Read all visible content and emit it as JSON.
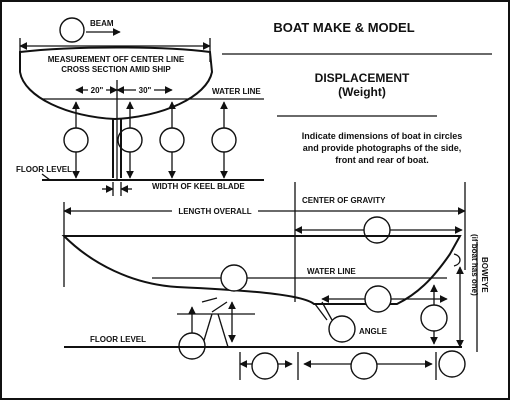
{
  "header": {
    "title": "BOAT MAKE & MODEL",
    "subtitle_line1": "DISPLACEMENT",
    "subtitle_line2": "(Weight)",
    "instructions_line1": "Indicate dimensions of boat in circles",
    "instructions_line2": "and provide photographs of the side,",
    "instructions_line3": "front and rear of boat."
  },
  "front_view": {
    "beam": "BEAM",
    "measurement_line1": "MEASUREMENT OFF CENTER LINE",
    "measurement_line2": "CROSS SECTION AMID SHIP",
    "offset_left": "20\"",
    "offset_right": "30\"",
    "water_line": "WATER LINE",
    "floor_level": "FLOOR LEVEL",
    "keel_width": "WIDTH OF KEEL BLADE"
  },
  "side_view": {
    "length_overall": "LENGTH OVERALL",
    "center_of_gravity": "CENTER OF GRAVITY",
    "water_line": "WATER LINE",
    "floor_level": "FLOOR LEVEL",
    "angle": "ANGLE",
    "boweye_line1": "BOWEYE",
    "boweye_line2": "(if boat has one)"
  }
}
